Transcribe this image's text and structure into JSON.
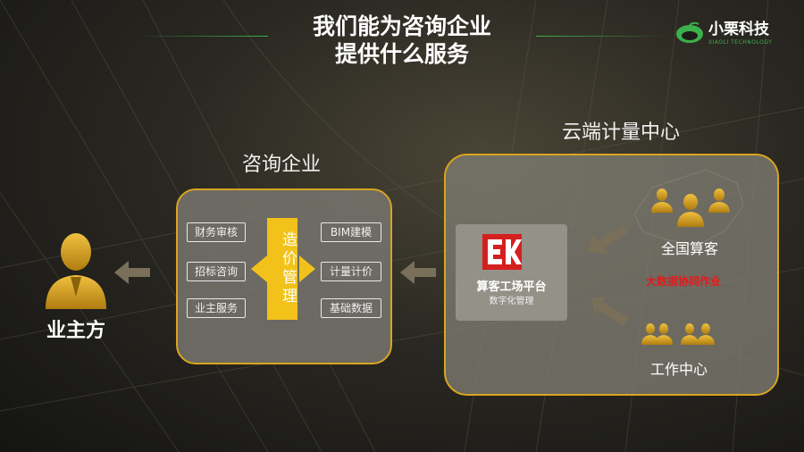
{
  "title_line1": "我们能为咨询企业",
  "title_line2": "提供什么服务",
  "brand": {
    "name": "小栗科技",
    "sub": "XIAOLI TECHNOLOGY",
    "accent": "#3cb04a"
  },
  "owner_label": "业主方",
  "consulting": {
    "caption": "咨询企业",
    "center": "造价管理",
    "left_items": [
      "财务审核",
      "招标咨询",
      "业主服务"
    ],
    "right_items": [
      "BIM建模",
      "计量计价",
      "基础数据"
    ]
  },
  "cloud": {
    "caption": "云端计量中心",
    "platform_title": "算客工场平台",
    "platform_sub": "数字化管理",
    "logo_letters": "EK",
    "national_label": "全国算客",
    "red_text": "大数据协同作业",
    "work_label": "工作中心"
  },
  "colors": {
    "gold": "#d9a420",
    "center": "#f2c21b",
    "red": "#e21b1b"
  }
}
